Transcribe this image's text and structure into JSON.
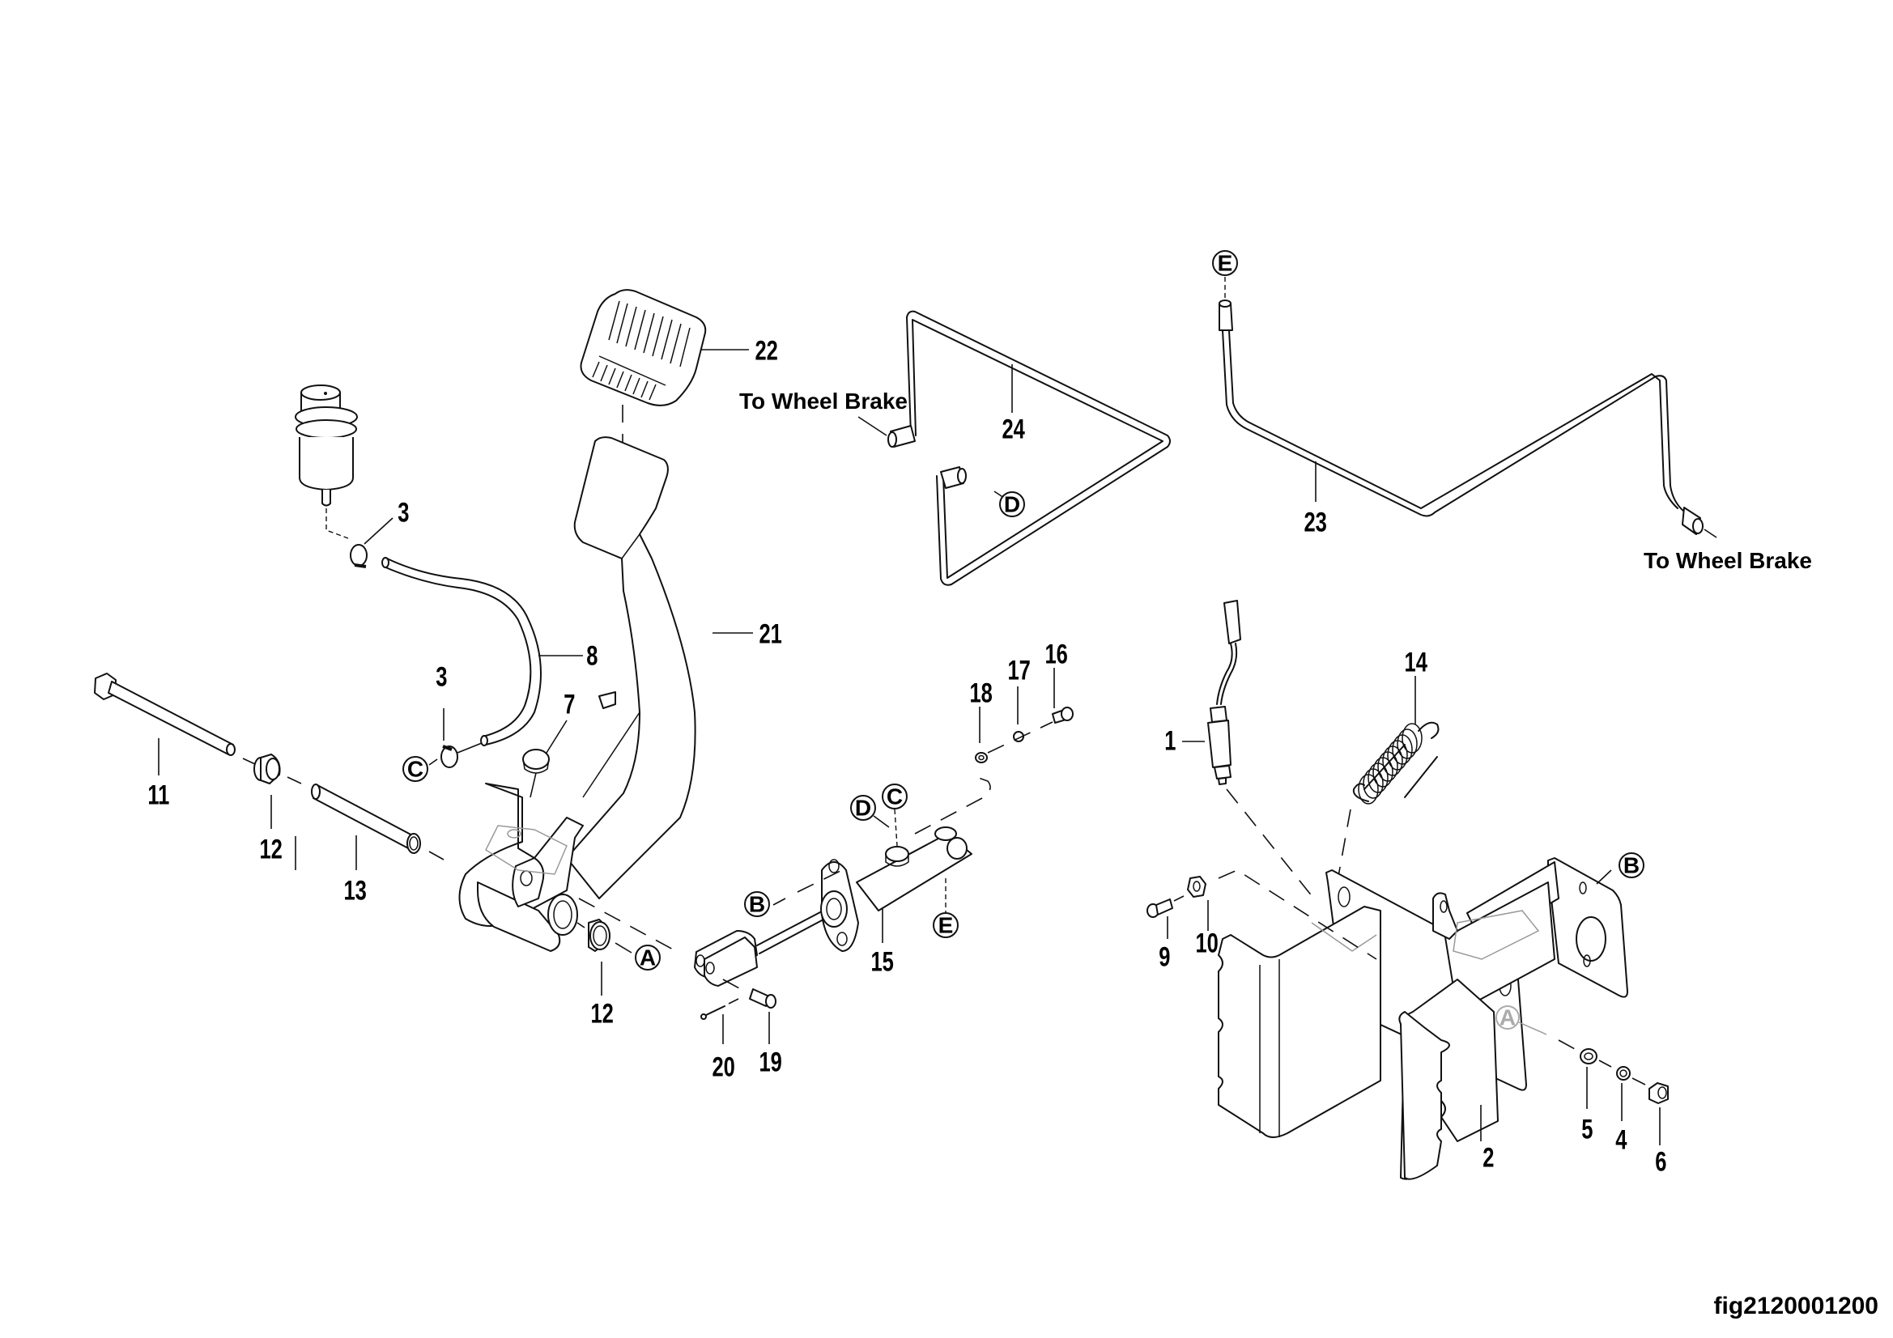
{
  "figure_id": "fig2120001200",
  "annotations": {
    "to_wheel_brake_left": "To Wheel Brake",
    "to_wheel_brake_right": "To Wheel Brake"
  },
  "callouts": {
    "p1": "1",
    "p2": "2",
    "p3a": "3",
    "p3b": "3",
    "p4": "4",
    "p5": "5",
    "p6": "6",
    "p7": "7",
    "p8": "8",
    "p9": "9",
    "p10": "10",
    "p11": "11",
    "p12a": "12",
    "p12b": "12",
    "p13": "13",
    "p14": "14",
    "p15": "15",
    "p16": "16",
    "p17": "17",
    "p18": "18",
    "p19": "19",
    "p20": "20",
    "p21": "21",
    "p22": "22",
    "p23": "23",
    "p24": "24"
  },
  "connection_refs": {
    "A1": "A",
    "A2": "A",
    "B1": "B",
    "B2": "B",
    "C1": "C",
    "C2": "C",
    "D1": "D",
    "D2": "D",
    "E1": "E",
    "E2": "E"
  },
  "parts": [
    {
      "number": "1",
      "name": "brake-light-switch"
    },
    {
      "number": "2",
      "name": "pedal-bracket"
    },
    {
      "number": "3",
      "name": "hose-clamp"
    },
    {
      "number": "4",
      "name": "lock-washer"
    },
    {
      "number": "5",
      "name": "flat-washer"
    },
    {
      "number": "6",
      "name": "nut"
    },
    {
      "number": "7",
      "name": "rubber-stop"
    },
    {
      "number": "8",
      "name": "reservoir-hose"
    },
    {
      "number": "9",
      "name": "bolt"
    },
    {
      "number": "10",
      "name": "lock-nut"
    },
    {
      "number": "11",
      "name": "pivot-bolt"
    },
    {
      "number": "12",
      "name": "bushing"
    },
    {
      "number": "13",
      "name": "sleeve"
    },
    {
      "number": "14",
      "name": "return-spring"
    },
    {
      "number": "15",
      "name": "master-cylinder"
    },
    {
      "number": "16",
      "name": "bolt"
    },
    {
      "number": "17",
      "name": "lock-washer"
    },
    {
      "number": "18",
      "name": "flat-washer"
    },
    {
      "number": "19",
      "name": "clevis-pin"
    },
    {
      "number": "20",
      "name": "cotter-pin"
    },
    {
      "number": "21",
      "name": "brake-pedal"
    },
    {
      "number": "22",
      "name": "pedal-pad"
    },
    {
      "number": "23",
      "name": "brake-line"
    },
    {
      "number": "24",
      "name": "brake-line"
    }
  ]
}
